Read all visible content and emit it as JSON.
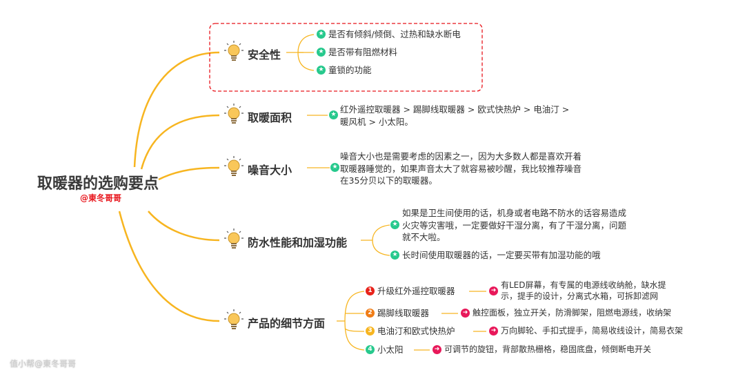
{
  "root": {
    "title": "取暖器的选购要点",
    "author": "@東冬哥哥"
  },
  "watermark": "值小帮@東冬哥哥",
  "colors": {
    "line": "#f7b520",
    "star": "#27c98d",
    "arrow": "#e8185a",
    "author": "#e8141b",
    "highlight_border": "#e8141b"
  },
  "branches": [
    {
      "title": "安全性",
      "icon": "lightbulb-icon",
      "items": [
        "是否有倾斜/倾倒、过热和缺水断电",
        "是否带有阻燃材料",
        "童锁的功能"
      ]
    },
    {
      "title": "取暖面积",
      "icon": "lightbulb-icon",
      "items": [
        [
          "红外遥控取暖器 > 踢脚线取暖器 > 欧式快热炉 > 电油汀 >",
          "暖风机 > 小太阳。"
        ]
      ]
    },
    {
      "title": "噪音大小",
      "icon": "lightbulb-icon",
      "items": [
        [
          "噪音大小也是需要考虑的因素之一，因为大多数人都是喜欢开着",
          "取暖器睡觉的，如果声音太大了就容易被吵醒，我比较推荐噪音",
          "在35分贝以下的取暖器。"
        ]
      ]
    },
    {
      "title": "防水性能和加湿功能",
      "icon": "lightbulb-icon",
      "items": [
        [
          "如果是卫生间使用的话，机身或者电路不防水的话容易造成",
          "火灾等灾害哦，一定要做好干湿分离，有了干湿分离，问题",
          "就不大啦。"
        ],
        "长时间使用取暖器的话，一定要买带有加湿功能的哦"
      ]
    },
    {
      "title": "产品的细节方面",
      "icon": "lightbulb-icon",
      "items": [
        {
          "num": "1",
          "color": "#e8231b",
          "name": "升级红外遥控取暖器",
          "detail": [
            "有LED屏幕，有专属的电源线收纳舱，缺水提",
            "示，提手的设计，分离式水箱，可拆卸滤网"
          ]
        },
        {
          "num": "2",
          "color": "#f07d17",
          "name": "踢脚线取暖器",
          "detail": [
            "触控面板，独立开关，防滑脚架，阻燃电源线，收纳架"
          ]
        },
        {
          "num": "3",
          "color": "#f7b520",
          "name": "电油汀和欧式快热炉",
          "detail": [
            "万向脚轮、手扣式提手，简易收线设计，简易衣架"
          ]
        },
        {
          "num": "4",
          "color": "#27c98d",
          "name": "小太阳",
          "detail": [
            "可调节的旋钮，背部散热栅格，稳固底盘，倾倒断电开关"
          ]
        }
      ]
    }
  ]
}
